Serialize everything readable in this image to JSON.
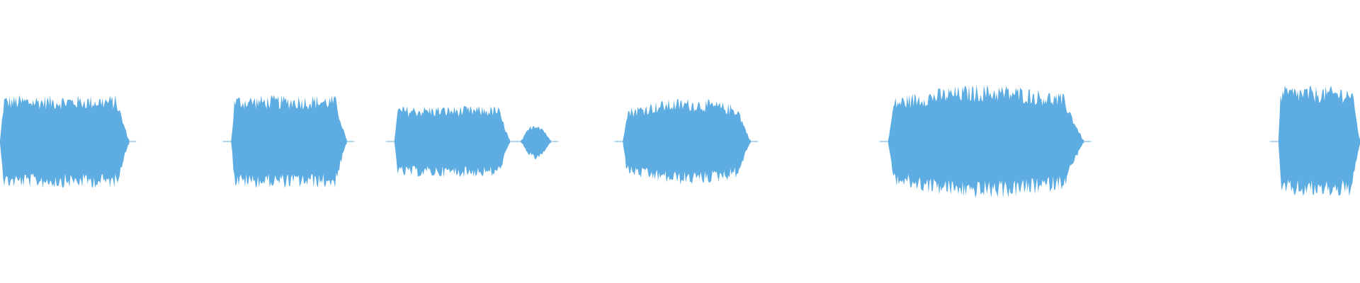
{
  "waveform": {
    "color": "#5DADE2",
    "duration_fraction_segments": [
      {
        "start": 0.0,
        "end": 0.095,
        "amplitude": 0.3
      },
      {
        "start": 0.17,
        "end": 0.255,
        "amplitude": 0.3
      },
      {
        "start": 0.29,
        "end": 0.375,
        "amplitude": 0.23
      },
      {
        "start": 0.383,
        "end": 0.405,
        "amplitude": 0.12
      },
      {
        "start": 0.458,
        "end": 0.552,
        "amplitude": 0.28
      },
      {
        "start": 0.653,
        "end": 0.797,
        "amplitude": 0.37
      },
      {
        "start": 0.94,
        "end": 1.0,
        "amplitude": 0.36
      }
    ]
  }
}
